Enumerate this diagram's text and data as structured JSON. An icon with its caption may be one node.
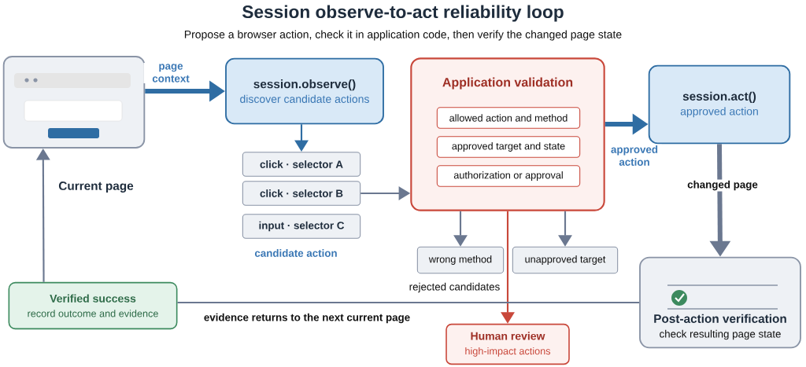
{
  "diagram": {
    "title": "Session observe-to-act reliability loop",
    "nodes": [
      {
        "text": [],
        "shape": "box"
      },
      {
        "text": [
          "session.observe()",
          "discover candidate actions"
        ]
      },
      {
        "text": [
          "click · selector A"
        ]
      },
      {
        "text": [
          "click · selector B"
        ]
      },
      {
        "text": [
          "input · selector C"
        ]
      },
      {
        "text": [
          "Application validation"
        ]
      },
      {
        "text": [
          "allowed action and method"
        ],
        "in": 5
      },
      {
        "text": [
          "approved target and state"
        ],
        "in": 5
      },
      {
        "text": [
          "authorization or approval"
        ],
        "in": 5
      },
      {
        "text": [
          "session.act()",
          "approved action"
        ]
      },
      {
        "text": [
          "wrong method"
        ]
      },
      {
        "text": [
          "unapproved target"
        ]
      },
      {
        "text": [
          "Post-action verification",
          "check resulting page state"
        ]
      },
      {
        "text": [
          "Verified success",
          "record outcome and evidence"
        ]
      },
      {
        "text": [
          "Human review",
          "high-impact actions"
        ]
      }
    ],
    "edges": [
      {
        "from": 0,
        "to": 1,
        "arrow": "to",
        "label": "page context",
        "style": "thick",
        "color": "#2f6da3"
      },
      {
        "from": 1,
        "to": 2,
        "arrow": "to",
        "color": "#2f6da3"
      },
      {
        "from": 3,
        "to": 5,
        "arrow": "to"
      },
      {
        "from": 5,
        "to": 9,
        "arrow": "to",
        "label": "approved action",
        "style": "thick",
        "color": "#2f6da3"
      },
      {
        "from": 5,
        "to": 10,
        "arrow": "to"
      },
      {
        "from": 5,
        "to": 11,
        "arrow": "to"
      },
      {
        "from": 5,
        "to": 14,
        "arrow": "to",
        "color": "#c9483b"
      },
      {
        "from": 9,
        "to": 12,
        "arrow": "to",
        "label": "changed page",
        "style": "thick"
      },
      {
        "from": 12,
        "to": 13,
        "arrow": "none",
        "label": "evidence returns to the next current page"
      },
      {
        "from": 13,
        "to": 0,
        "arrow": "to"
      }
    ],
    "labels": [
      "Current page",
      "Propose a browser action, check it in application code, then verify the changed page state",
      "candidate action",
      "rejected candidates"
    ]
  }
}
